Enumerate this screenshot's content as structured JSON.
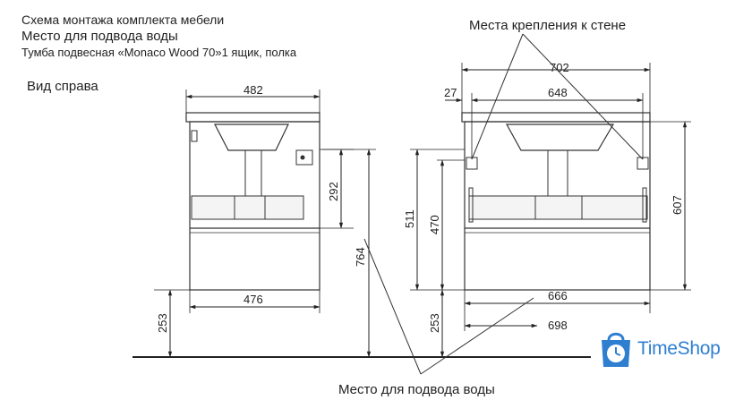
{
  "header": {
    "line1": "Схема монтажа комплекта мебели",
    "line2": "Место для подвода воды",
    "line3": "Тумба подвесная «Monaco Wood 70»1 ящик, полка"
  },
  "labels": {
    "side_view": "Вид справа",
    "mount_points": "Места крепления к стене",
    "water_place": "Место для подвода воды"
  },
  "dimensions": {
    "side_top": "482",
    "side_bottom": "476",
    "side_pipe": "292",
    "side_height": "764",
    "side_floor": "253",
    "front_overall": "702",
    "front_offset": "27",
    "front_inner": "648",
    "front_511": "511",
    "front_470": "470",
    "front_607": "607",
    "front_bottom": "666",
    "front_floor_width": "698",
    "front_floor": "253"
  },
  "logo": {
    "text": "TimeShop",
    "color": "#2f7fd1"
  }
}
